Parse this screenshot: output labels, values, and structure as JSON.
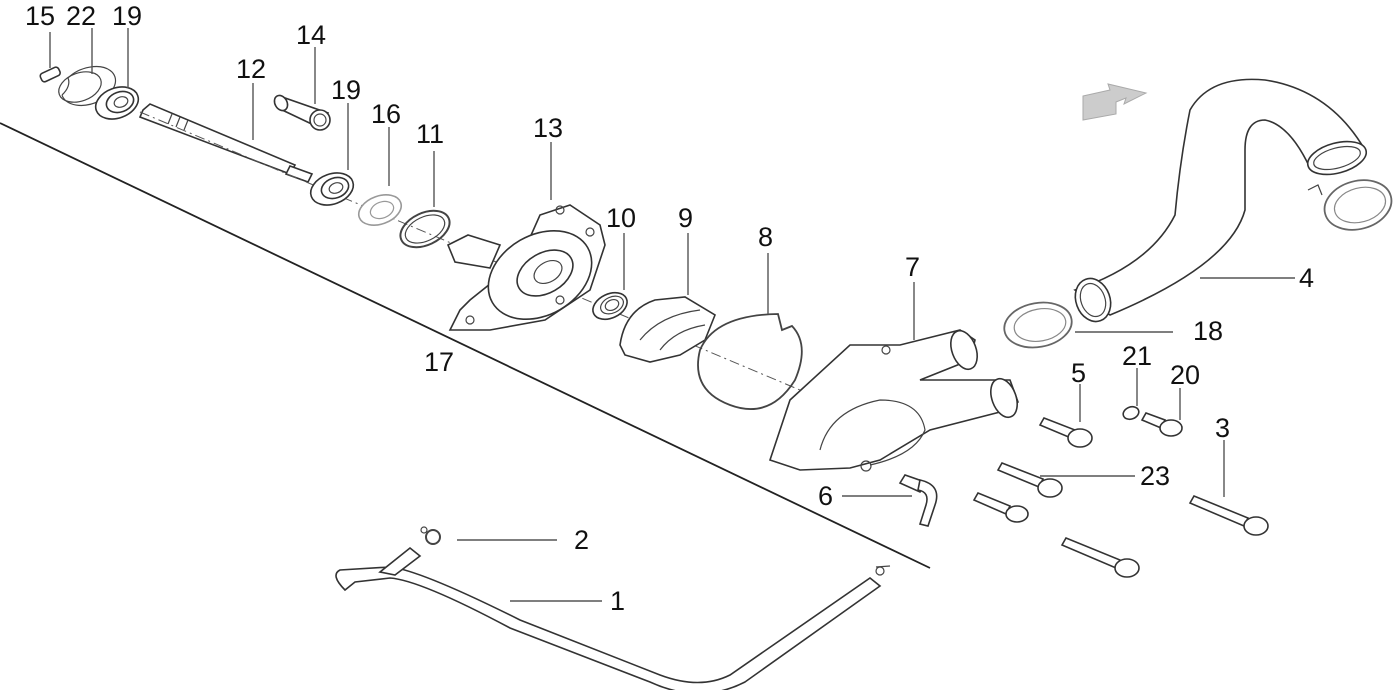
{
  "diagram": {
    "title": "Water pump exploded view",
    "direction_arrow": "front-direction-arrow",
    "callouts": [
      {
        "id": "c15",
        "text": "15",
        "part": "pin"
      },
      {
        "id": "c22",
        "text": "22",
        "part": "circlip"
      },
      {
        "id": "c19a",
        "text": "19",
        "part": "bearing"
      },
      {
        "id": "c12",
        "text": "12",
        "part": "pump-shaft"
      },
      {
        "id": "c14",
        "text": "14",
        "part": "collar"
      },
      {
        "id": "c19b",
        "text": "19",
        "part": "bearing"
      },
      {
        "id": "c16",
        "text": "16",
        "part": "oil-seal"
      },
      {
        "id": "c11",
        "text": "11",
        "part": "o-ring"
      },
      {
        "id": "c13",
        "text": "13",
        "part": "pump-body"
      },
      {
        "id": "c17",
        "text": "17",
        "part": "water-pump-assembly"
      },
      {
        "id": "c10",
        "text": "10",
        "part": "mechanical-seal"
      },
      {
        "id": "c9",
        "text": "9",
        "part": "impeller"
      },
      {
        "id": "c8",
        "text": "8",
        "part": "gasket"
      },
      {
        "id": "c7",
        "text": "7",
        "part": "pump-cover"
      },
      {
        "id": "c4",
        "text": "4",
        "part": "water-hose"
      },
      {
        "id": "c18",
        "text": "18",
        "part": "hose-clamp"
      },
      {
        "id": "c5",
        "text": "5",
        "part": "bolt"
      },
      {
        "id": "c21",
        "text": "21",
        "part": "washer"
      },
      {
        "id": "c20",
        "text": "20",
        "part": "drain-bolt"
      },
      {
        "id": "c3",
        "text": "3",
        "part": "bolt"
      },
      {
        "id": "c23",
        "text": "23",
        "part": "bolt"
      },
      {
        "id": "c6",
        "text": "6",
        "part": "bypass-fitting"
      },
      {
        "id": "c2",
        "text": "2",
        "part": "hose-clip"
      },
      {
        "id": "c1",
        "text": "1",
        "part": "bypass-hose"
      }
    ]
  }
}
